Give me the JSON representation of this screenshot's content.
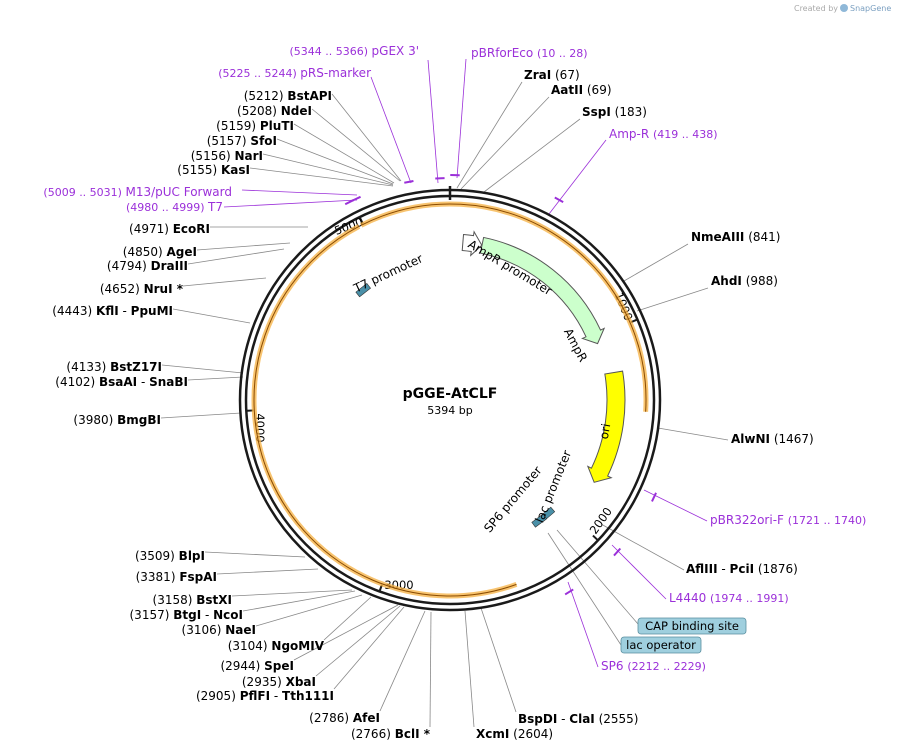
{
  "credit": {
    "text": "Created by",
    "brand": "SnapGene"
  },
  "plasmid": {
    "name": "pGGE-AtCLF",
    "length_label": "5394 bp",
    "length": 5394
  },
  "ticks": [
    "1000",
    "2000",
    "3000",
    "4000",
    "5000"
  ],
  "features": [
    {
      "name": "AmpR promoter",
      "kind": "promoter",
      "start": 70,
      "end": 174,
      "color": "#ffffff"
    },
    {
      "name": "AmpR",
      "kind": "cds",
      "start": 175,
      "end": 1035,
      "color": "#ccffcc"
    },
    {
      "name": "ori",
      "kind": "rep_origin",
      "start": 1206,
      "end": 1794,
      "color": "#ffff00"
    },
    {
      "name": "lac promoter",
      "kind": "promoter",
      "start": 2086,
      "end": 2116,
      "color": "#ffffff"
    },
    {
      "name": "SP6 promoter",
      "kind": "promoter",
      "start": 2188,
      "end": 2206,
      "color": "#ffffff"
    },
    {
      "name": "T7 promoter",
      "kind": "promoter",
      "start": 4981,
      "end": 4999,
      "color": "#ffffff"
    }
  ],
  "boxed_features": [
    {
      "label": "CAP binding site",
      "color": "#9fcfde"
    },
    {
      "label": "lac operator",
      "color": "#9fcfde"
    }
  ],
  "enzymes": [
    {
      "name": "ZraI",
      "pos": "(67)"
    },
    {
      "name": "AatII",
      "pos": "(69)"
    },
    {
      "name": "SspI",
      "pos": "(183)"
    },
    {
      "name": "NmeAIII",
      "pos": "(841)"
    },
    {
      "name": "AhdI",
      "pos": "(988)"
    },
    {
      "name": "AlwNI",
      "pos": "(1467)"
    },
    {
      "name": "AflIII",
      "sep": "-",
      "name2": "PciI",
      "pos": "(1876)"
    },
    {
      "name": "BspDI",
      "sep": "-",
      "name2": "ClaI",
      "pos": "(2555)"
    },
    {
      "name": "XcmI",
      "pos": "(2604)"
    },
    {
      "name": "BclI *",
      "pos": "(2766)"
    },
    {
      "name": "AfeI",
      "pos": "(2786)"
    },
    {
      "name": "PflFI",
      "sep": "-",
      "name2": "Tth111I",
      "pos": "(2905)"
    },
    {
      "name": "XbaI",
      "pos": "(2935)"
    },
    {
      "name": "SpeI",
      "pos": "(2944)"
    },
    {
      "name": "NgoMIV",
      "pos": "(3104)"
    },
    {
      "name": "NaeI",
      "pos": "(3106)"
    },
    {
      "name": "BtgI",
      "sep": "-",
      "name2": "NcoI",
      "pos": "(3157)"
    },
    {
      "name": "BstXI",
      "pos": "(3158)"
    },
    {
      "name": "FspAI",
      "pos": "(3381)"
    },
    {
      "name": "BlpI",
      "pos": "(3509)"
    },
    {
      "name": "BmgBI",
      "pos": "(3980)"
    },
    {
      "name": "BsaAI",
      "sep": "-",
      "name2": "SnaBI",
      "pos": "(4102)"
    },
    {
      "name": "BstZ17I",
      "pos": "(4133)"
    },
    {
      "name": "KflI",
      "sep": "-",
      "name2": "PpuMI",
      "pos": "(4443)"
    },
    {
      "name": "NruI *",
      "pos": "(4652)"
    },
    {
      "name": "DraIII",
      "pos": "(4794)"
    },
    {
      "name": "AgeI",
      "pos": "(4850)"
    },
    {
      "name": "EcoRI",
      "pos": "(4971)"
    },
    {
      "name": "KasI",
      "pos": "(5155)"
    },
    {
      "name": "NarI",
      "pos": "(5156)"
    },
    {
      "name": "SfoI",
      "pos": "(5157)"
    },
    {
      "name": "PluTI",
      "pos": "(5159)"
    },
    {
      "name": "NdeI",
      "pos": "(5208)"
    },
    {
      "name": "BstAPI",
      "pos": "(5212)"
    }
  ],
  "primers": [
    {
      "name": "pBRforEco",
      "range": "(10 .. 28)"
    },
    {
      "name": "Amp-R",
      "range": "(419 .. 438)"
    },
    {
      "name": "pBR322ori-F",
      "range": "(1721 .. 1740)"
    },
    {
      "name": "L4440",
      "range": "(1974 .. 1991)"
    },
    {
      "name": "SP6",
      "range": "(2212 .. 2229)"
    },
    {
      "name": "T7",
      "range": "(4980 .. 4999)"
    },
    {
      "name": "M13/pUC Forward",
      "range": "(5009 .. 5031)"
    },
    {
      "name": "pRS-marker",
      "range": "(5225 .. 5244)"
    },
    {
      "name": "pGEX 3'",
      "range": "(5344 .. 5366)"
    }
  ],
  "colors": {
    "backbone": "#1a1a1a",
    "primer": "#9b30d9",
    "enzyme_line": "#888888",
    "insert_arc": "#f5b040"
  }
}
